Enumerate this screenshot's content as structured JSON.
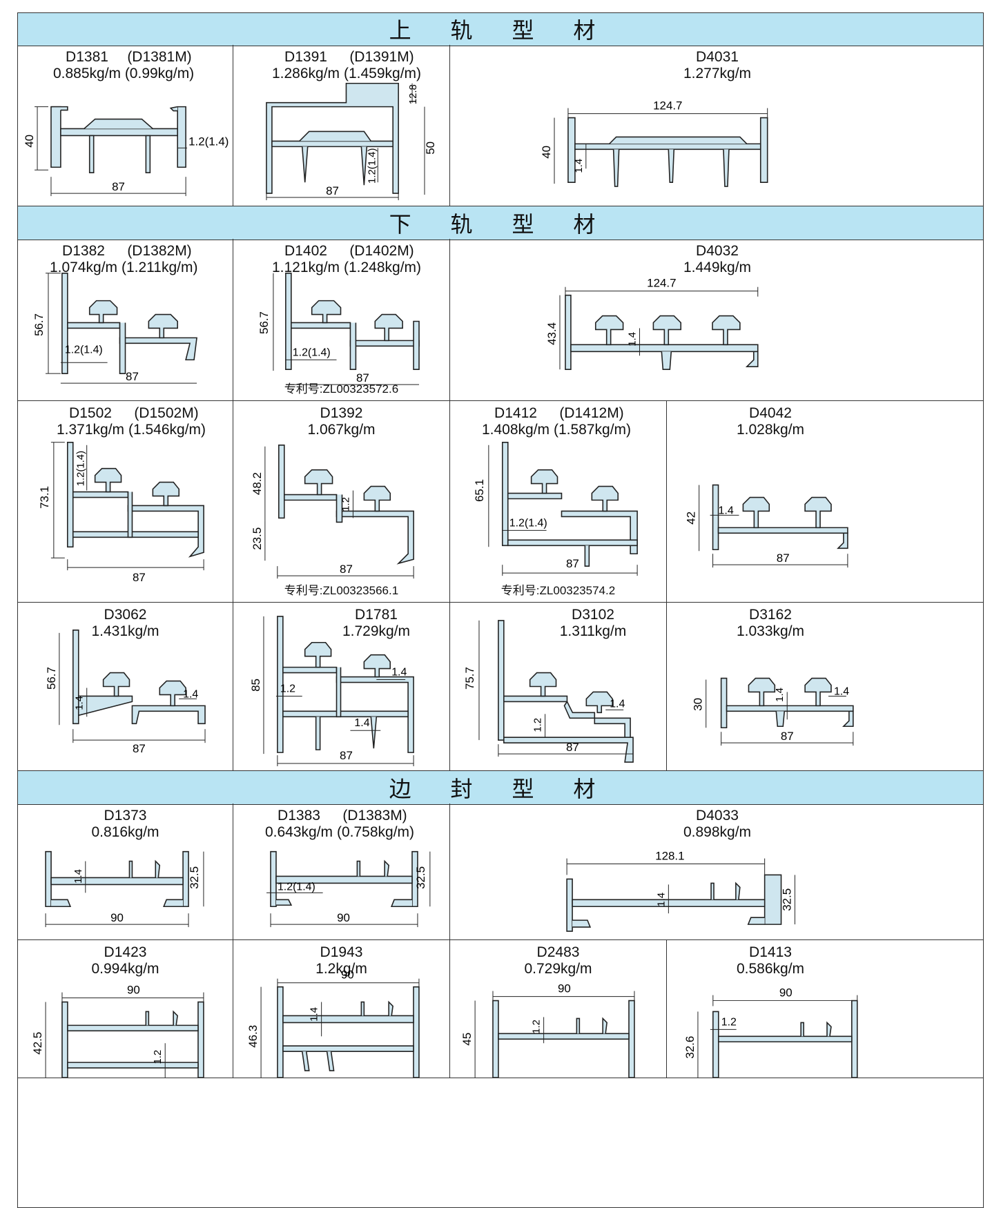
{
  "sections": {
    "upper": "上 轨 型 材",
    "lower": "下 轨 型 材",
    "side": "边 封 型 材"
  },
  "profiles": {
    "D1381": {
      "code": "D1381",
      "weight": "0.885kg/m",
      "alt_code": "(D1381M)",
      "alt_weight": "(0.99kg/m)",
      "dims": {
        "h": "40",
        "w": "87",
        "t": "1.2(1.4)"
      }
    },
    "D1391": {
      "code": "D1391",
      "weight": "1.286kg/m",
      "alt_code": "(D1391M)",
      "alt_weight": "(1.459kg/m)",
      "dims": {
        "top": "12.8",
        "h": "50",
        "w": "87",
        "t": "1.2(1.4)"
      }
    },
    "D4031": {
      "code": "D4031",
      "weight": "1.277kg/m",
      "dims": {
        "w": "124.7",
        "h": "40",
        "t": "1.4"
      }
    },
    "D1382": {
      "code": "D1382",
      "weight": "1.074kg/m",
      "alt_code": "(D1382M)",
      "alt_weight": "(1.211kg/m)",
      "dims": {
        "h": "56.7",
        "t": "1.2(1.4)",
        "w": "87"
      }
    },
    "D1402": {
      "code": "D1402",
      "weight": "1.121kg/m",
      "alt_code": "(D1402M)",
      "alt_weight": "(1.248kg/m)",
      "dims": {
        "h": "56.7",
        "t": "1.2(1.4)",
        "w": "87"
      },
      "patent": "专利号:ZL00323572.6"
    },
    "D4032": {
      "code": "D4032",
      "weight": "1.449kg/m",
      "dims": {
        "w": "124.7",
        "h": "43.4",
        "t": "1.4"
      }
    },
    "D1502": {
      "code": "D1502",
      "weight": "1.371kg/m",
      "alt_code": "(D1502M)",
      "alt_weight": "(1.546kg/m)",
      "dims": {
        "h": "73.1",
        "t": "1.2(1.4)",
        "w": "87"
      }
    },
    "D1392": {
      "code": "D1392",
      "weight": "1.067kg/m",
      "dims": {
        "h1": "48.2",
        "h2": "23.5",
        "t": "1.2",
        "w": "87"
      },
      "patent": "专利号:ZL00323566.1"
    },
    "D1412": {
      "code": "D1412",
      "weight": "1.408kg/m",
      "alt_code": "(D1412M)",
      "alt_weight": "(1.587kg/m)",
      "dims": {
        "h": "65.1",
        "t": "1.2(1.4)",
        "w": "87"
      },
      "patent": "专利号:ZL00323574.2"
    },
    "D4042": {
      "code": "D4042",
      "weight": "1.028kg/m",
      "dims": {
        "h": "42",
        "t": "1.4",
        "w": "87"
      }
    },
    "D3062": {
      "code": "D3062",
      "weight": "1.431kg/m",
      "dims": {
        "h": "56.7",
        "t1": "1.4",
        "t2": "1.4",
        "w": "87"
      }
    },
    "D1781": {
      "code": "D1781",
      "weight": "1.729kg/m",
      "dims": {
        "h": "85",
        "t1": "1.2",
        "t2": "1.4",
        "t3": "1.4",
        "w": "87"
      }
    },
    "D3102": {
      "code": "D3102",
      "weight": "1.311kg/m",
      "dims": {
        "h": "75.7",
        "t1": "1.2",
        "t2": "1.4",
        "w": "87"
      }
    },
    "D3162": {
      "code": "D3162",
      "weight": "1.033kg/m",
      "dims": {
        "h": "30",
        "t1": "1.4",
        "t2": "1.4",
        "w": "87"
      }
    },
    "D1373": {
      "code": "D1373",
      "weight": "0.816kg/m",
      "dims": {
        "t": "1.4",
        "h": "32.5",
        "w": "90"
      }
    },
    "D1383": {
      "code": "D1383",
      "weight": "0.643kg/m",
      "alt_code": "(D1383M)",
      "alt_weight": "(0.758kg/m)",
      "dims": {
        "t": "1.2(1.4)",
        "h": "32.5",
        "w": "90"
      }
    },
    "D4033": {
      "code": "D4033",
      "weight": "0.898kg/m",
      "dims": {
        "w": "128.1",
        "t": "1.4",
        "h": "32.5"
      }
    },
    "D1423": {
      "code": "D1423",
      "weight": "0.994kg/m",
      "dims": {
        "w": "90",
        "h": "42.5",
        "t": "1.2"
      }
    },
    "D1943": {
      "code": "D1943",
      "weight": "1.2kg/m",
      "dims": {
        "w": "90",
        "h": "46.3",
        "t": "1.4"
      }
    },
    "D2483": {
      "code": "D2483",
      "weight": "0.729kg/m",
      "dims": {
        "w": "90",
        "h": "45",
        "t": "1.2"
      }
    },
    "D1413": {
      "code": "D1413",
      "weight": "0.586kg/m",
      "dims": {
        "w": "90",
        "h": "32.6",
        "t": "1.2"
      }
    }
  },
  "colors": {
    "band": "#b9e4f3",
    "profile_fill": "#cfe6ef",
    "line": "#222222"
  }
}
